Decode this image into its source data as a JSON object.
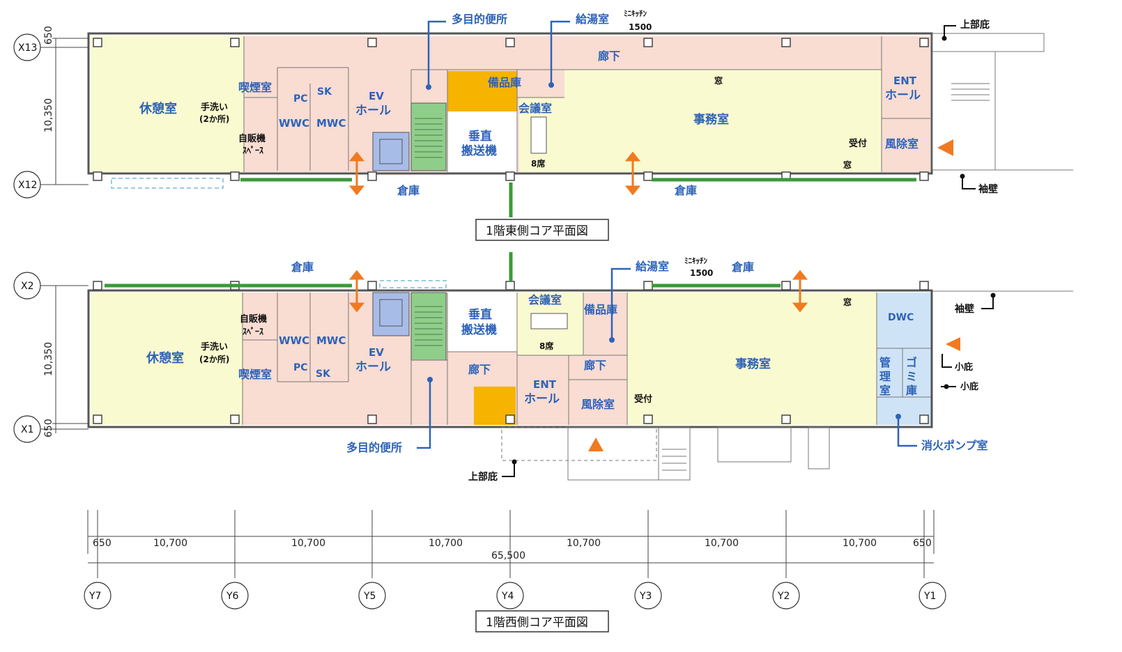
{
  "east": {
    "caption": "1階東側コア平面図",
    "rooms": {
      "kyukei": "休憩室",
      "tearai": "手洗い",
      "tearai_note": "(2か所)",
      "jihanki": "自販機",
      "space": "ｽﾍﾟｰｽ",
      "kitsuen": "喫煙室",
      "pc": "PC",
      "sk": "SK",
      "wwc": "WWC",
      "mwc": "MWC",
      "ev": "EV",
      "ev_hall": "ホール",
      "suichoku1": "垂直",
      "suichoku2": "搬送機",
      "bihin": "備品庫",
      "kaigi": "会議室",
      "seats": "8席",
      "roka": "廊下",
      "jimu": "事務室",
      "mado1": "窓",
      "mado2": "窓",
      "ent": "ENT",
      "ent_hall": "ホール",
      "fujo": "風除室",
      "uketsuke": "受付",
      "souko1": "倉庫",
      "souko2": "倉庫"
    },
    "callouts": {
      "tamokuteki": "多目的便所",
      "kyuto": "給湯室",
      "mini": "ﾐﾆｷｯﾁﾝ",
      "mini_size": "1500",
      "jobu": "上部庇",
      "sode": "袖壁"
    }
  },
  "west": {
    "caption": "1階西側コア平面図",
    "rooms": {
      "souko1": "倉庫",
      "souko2": "倉庫",
      "kyukei": "休憩室",
      "jihanki": "自販機",
      "space": "ｽﾍﾟｰｽ",
      "tearai": "手洗い",
      "tearai_note": "(2か所)",
      "kitsuen": "喫煙室",
      "wwc": "WWC",
      "mwc": "MWC",
      "pc": "PC",
      "sk": "SK",
      "ev": "EV",
      "ev_hall": "ホール",
      "suichoku1": "垂直",
      "suichoku2": "搬送機",
      "roka1": "廊下",
      "kaigi": "会議室",
      "seats": "8席",
      "bihin": "備品庫",
      "roka2": "廊下",
      "ent": "ENT",
      "ent_hall": "ホール",
      "fujo": "風除室",
      "uketsuke": "受付",
      "jimu": "事務室",
      "mado": "窓",
      "dwc": "DWC",
      "kanri1": "管",
      "kanri2": "理",
      "kanri3": "室",
      "gomi1": "ゴ",
      "gomi2": "ミ",
      "gomi3": "庫"
    },
    "callouts": {
      "kyuto": "給湯室",
      "mini": "ﾐﾆｷｯﾁﾝ",
      "mini_size": "1500",
      "sode": "袖壁",
      "kobisashi1": "小庇",
      "kobisashi2": "小庇",
      "tamokuteki": "多目的便所",
      "shoka": "消火ポンプ室",
      "jobu": "上部庇"
    }
  },
  "grid": {
    "x_east": [
      "X13",
      "X12"
    ],
    "x_west": [
      "X2",
      "X1"
    ],
    "y": [
      "Y7",
      "Y6",
      "Y5",
      "Y4",
      "Y3",
      "Y2",
      "Y1"
    ],
    "dim_small": "650",
    "dim_depth": "10,350",
    "dim_span": "10,700",
    "dim_total": "65,500"
  },
  "colors": {
    "yellow_room": "#fafad0",
    "pink_room": "#f9dcd2",
    "blue_room": "#cfe3f6",
    "ev_blue": "#a8bce8",
    "stair_green": "#8fce8a",
    "orange": "#f6b400",
    "wall_green": "#3a9a3a",
    "arrow_orange": "#f07a20",
    "label_blue": "#2e63b8"
  }
}
